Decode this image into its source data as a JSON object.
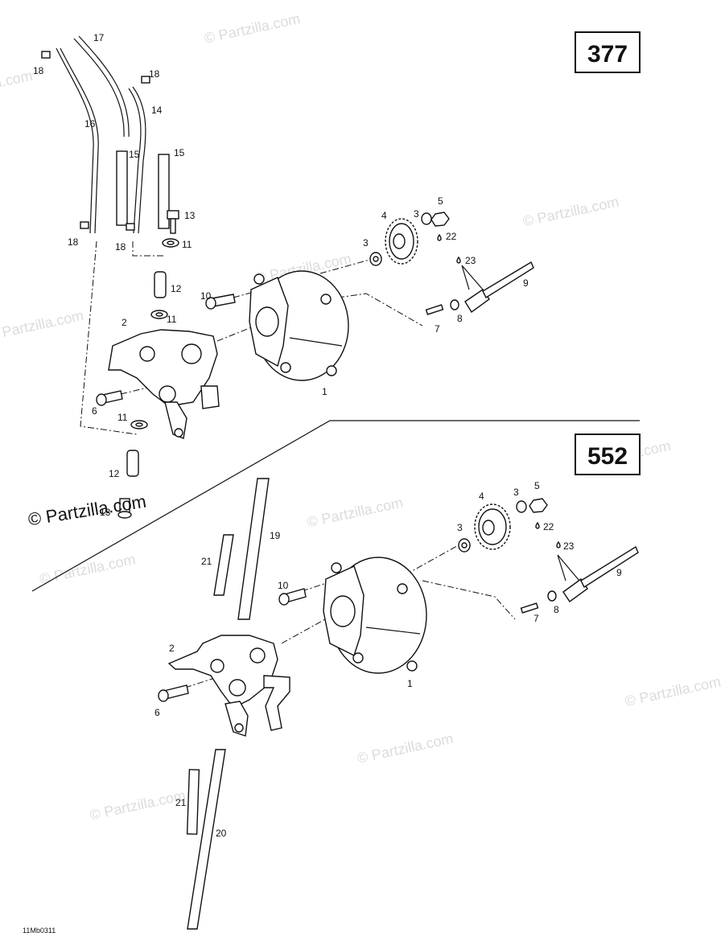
{
  "watermark": {
    "text": "© Partzilla.com"
  },
  "credit": {
    "text": "© Partzilla.com"
  },
  "footer_code": "11Mb0311",
  "engines": {
    "top": "377",
    "bottom": "552"
  },
  "callouts": {
    "top": [
      "17",
      "18",
      "18",
      "14",
      "16",
      "15",
      "15",
      "13",
      "18",
      "18",
      "11",
      "12",
      "11",
      "10",
      "2",
      "11",
      "6",
      "3",
      "4",
      "3",
      "5",
      "22",
      "23",
      "9",
      "7",
      "8",
      "1",
      "12",
      "13"
    ],
    "bottom": [
      "19",
      "21",
      "10",
      "2",
      "6",
      "3",
      "4",
      "3",
      "5",
      "22",
      "23",
      "9",
      "7",
      "8",
      "1",
      "21",
      "20"
    ]
  }
}
